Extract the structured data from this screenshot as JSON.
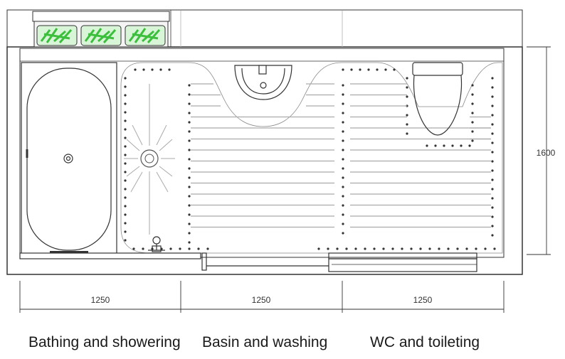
{
  "dimensions": {
    "zone_widths": [
      "1250",
      "1250",
      "1250"
    ],
    "room_depth": "1600"
  },
  "zones": [
    {
      "label": "Bathing and showering"
    },
    {
      "label": "Basin and washing"
    },
    {
      "label": "WC and toileting"
    }
  ],
  "colors": {
    "line": "#333333",
    "planter_green": "#4cc84c"
  }
}
